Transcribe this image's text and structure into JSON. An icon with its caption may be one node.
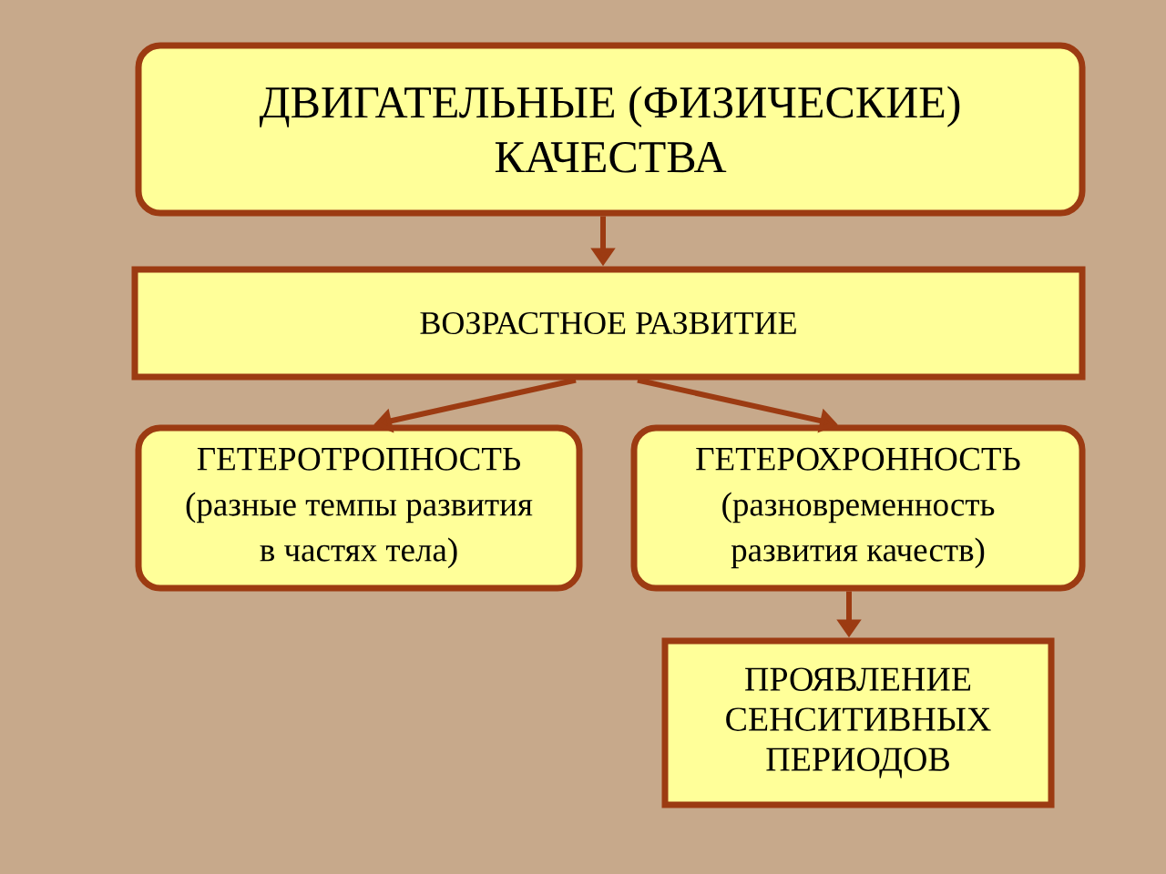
{
  "diagram": {
    "nodes": [
      {
        "text": [
          "ДВИГАТЕЛЬНЫЕ (ФИЗИЧЕСКИЕ) КАЧЕСТВА"
        ]
      },
      {
        "text": [
          "ВОЗРАСТНОЕ РАЗВИТИЕ"
        ]
      },
      {
        "text": [
          "ГЕТЕРОТРОПНОСТЬ",
          "(разные темпы развития в частях тела)"
        ]
      },
      {
        "text": [
          "ГЕТЕРОХРОННОСТЬ",
          "(разновременность развития качеств)"
        ]
      },
      {
        "text": [
          "ПРОЯВЛЕНИЕ СЕНСИТИВНЫХ ПЕРИОДОВ"
        ]
      }
    ],
    "edges": [
      {
        "from": 0,
        "to": 1,
        "arrow": "to"
      },
      {
        "from": 1,
        "to": 2,
        "arrow": "to"
      },
      {
        "from": 1,
        "to": 3,
        "arrow": "to"
      },
      {
        "from": 3,
        "to": 4,
        "arrow": "to"
      }
    ]
  }
}
